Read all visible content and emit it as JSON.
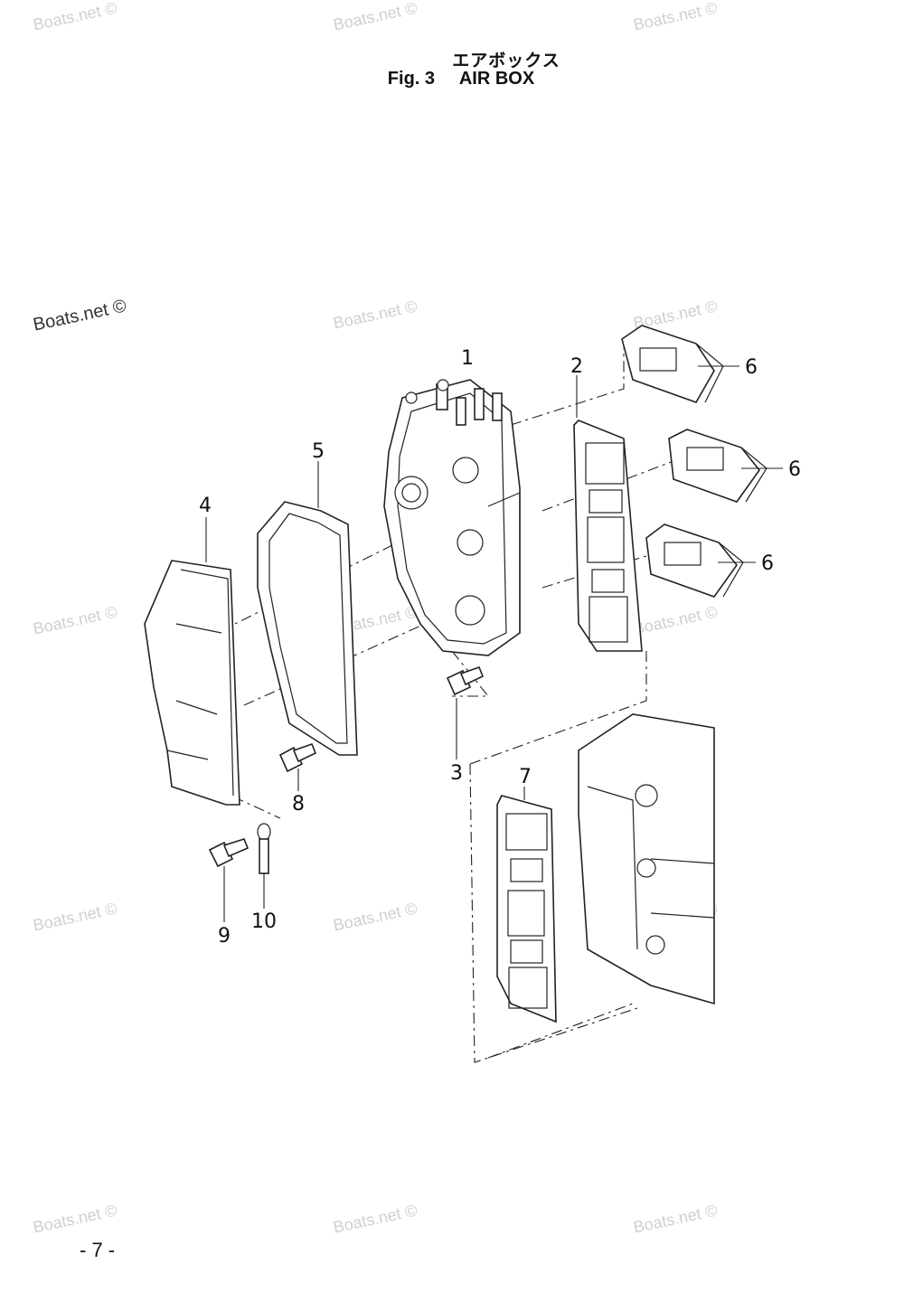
{
  "header": {
    "title_ja": "エアボックス",
    "fig_label": "Fig. 3",
    "title_en": "AIR BOX"
  },
  "watermark_text": "Boats.net ©",
  "page_number": "- 7 -",
  "callouts": {
    "c1": "1",
    "c2": "2",
    "c3": "3",
    "c4": "4",
    "c5": "5",
    "c6a": "6",
    "c6b": "6",
    "c6c": "6",
    "c7": "7",
    "c8": "8",
    "c9": "9",
    "c10": "10"
  }
}
